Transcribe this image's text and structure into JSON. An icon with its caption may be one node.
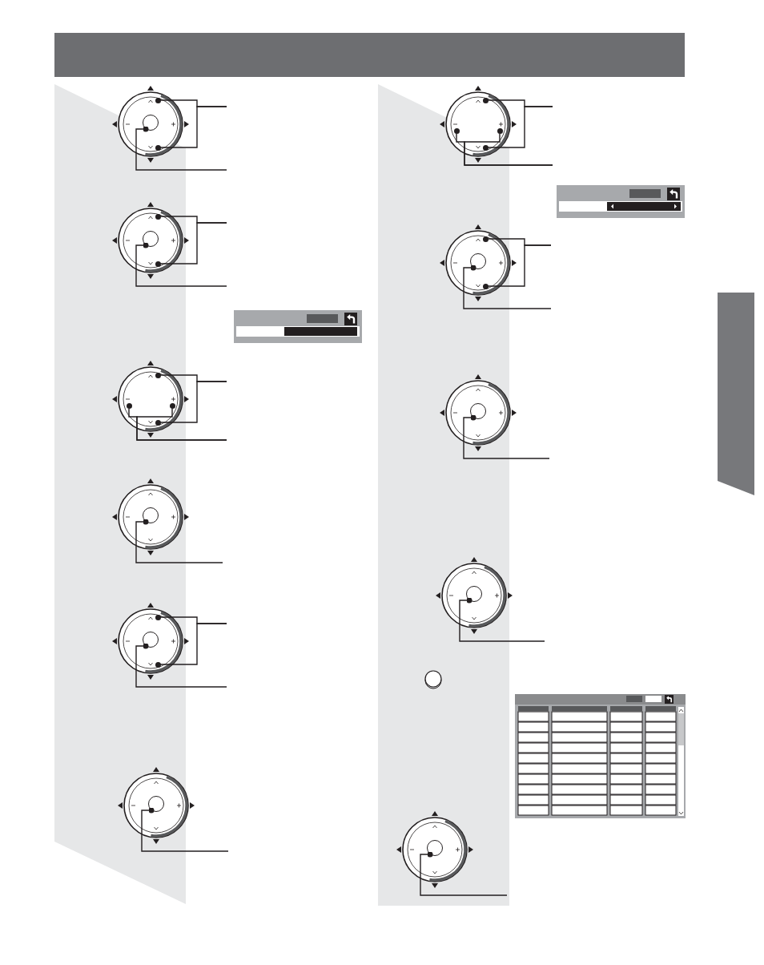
{
  "diagram": {
    "nodes": [
      {
        "text": [],
        "shape": "circle"
      },
      {
        "text": [],
        "shape": "circle"
      },
      {
        "text": [],
        "shape": "circle"
      },
      {
        "text": [],
        "shape": "circle"
      },
      {
        "text": [],
        "shape": "circle"
      },
      {
        "text": [],
        "shape": "circle"
      },
      {
        "text": [],
        "shape": "circle"
      },
      {
        "text": [],
        "shape": "circle"
      },
      {
        "text": [],
        "shape": "circle"
      },
      {
        "text": [],
        "shape": "circle"
      },
      {
        "text": [],
        "shape": "circle"
      },
      {
        "text": [],
        "shape": "circle"
      },
      {
        "text": [],
        "shape": "circle"
      },
      {
        "text": [],
        "shape": "circle"
      },
      {
        "text": [],
        "shape": "circle"
      },
      {
        "text": [],
        "shape": "circle"
      },
      {
        "text": [],
        "shape": "circle"
      },
      {
        "text": [],
        "shape": "circle"
      },
      {
        "text": [],
        "shape": "circle"
      },
      {
        "text": [],
        "shape": "circle"
      },
      {
        "text": [],
        "shape": "circle"
      },
      {
        "text": [],
        "shape": "circle"
      },
      {
        "text": [],
        "shape": "circle"
      },
      {
        "text": [],
        "shape": "circle"
      },
      {
        "text": [],
        "shape": "circle"
      }
    ],
    "edges": [
      {
        "from": null,
        "to": 0,
        "arrow": "none"
      },
      {
        "from": null,
        "to": 2,
        "arrow": "none"
      },
      {
        "from": null,
        "to": 1,
        "arrow": "other"
      },
      {
        "from": null,
        "to": 3,
        "arrow": "none"
      },
      {
        "from": null,
        "to": 5,
        "arrow": "none"
      },
      {
        "from": null,
        "to": 4,
        "arrow": "other"
      },
      {
        "from": null,
        "to": 6,
        "arrow": "none"
      },
      {
        "from": null,
        "to": 9,
        "arrow": "none"
      },
      {
        "from": null,
        "to": 7,
        "arrow": "none"
      },
      {
        "from": null,
        "to": 8,
        "arrow": "none"
      },
      {
        "from": null,
        "to": 10,
        "arrow": "other"
      },
      {
        "from": null,
        "to": 11,
        "arrow": "none"
      },
      {
        "from": null,
        "to": 13,
        "arrow": "none"
      },
      {
        "from": null,
        "to": 12,
        "arrow": "other"
      },
      {
        "from": null,
        "to": 14,
        "arrow": "other"
      },
      {
        "from": null,
        "to": 15,
        "arrow": "none"
      },
      {
        "from": null,
        "to": 18,
        "arrow": "none"
      },
      {
        "from": null,
        "to": 16,
        "arrow": "none"
      },
      {
        "from": null,
        "to": 17,
        "arrow": "none"
      },
      {
        "from": null,
        "to": 19,
        "arrow": "none"
      },
      {
        "from": null,
        "to": 21,
        "arrow": "none"
      },
      {
        "from": null,
        "to": 20,
        "arrow": "other"
      },
      {
        "from": null,
        "to": 22,
        "arrow": "other"
      },
      {
        "from": null,
        "to": 23,
        "arrow": "other"
      },
      {
        "from": null,
        "to": 24,
        "arrow": "other"
      }
    ]
  }
}
